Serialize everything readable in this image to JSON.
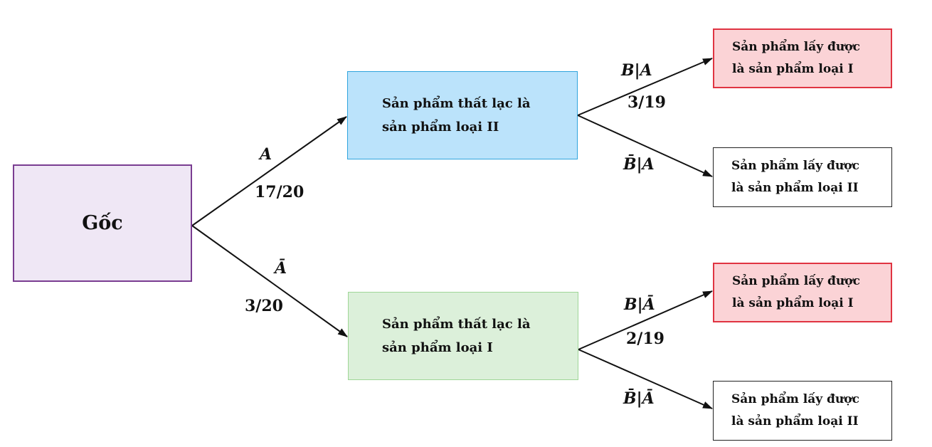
{
  "nodes": {
    "root": "Gốc",
    "a": [
      "Sản phẩm thất lạc là",
      "sản phẩm loại II"
    ],
    "abar": [
      "Sản phẩm thất lạc là",
      "sản phẩm loại I"
    ],
    "leaf_1": [
      "Sản phẩm lấy được",
      "là sản phẩm loại I"
    ],
    "leaf_2": [
      "Sản phẩm lấy được",
      "là sản phẩm loại II"
    ],
    "leaf_3": [
      "Sản phẩm lấy được",
      "là sản phẩm loại I"
    ],
    "leaf_4": [
      "Sản phẩm lấy được",
      "là sản phẩm loại II"
    ]
  },
  "edges": {
    "a": {
      "event": "A",
      "prob": "17/20"
    },
    "abar": {
      "event": "Ā",
      "prob": "3/20"
    },
    "b_given_a": {
      "event": "B|A",
      "prob": "3/19"
    },
    "bbar_given_a": {
      "event": "B̄|A"
    },
    "b_given_abar": {
      "event": "B|Ā",
      "prob": "2/19"
    },
    "bbar_given_abar": {
      "event": "B̄|Ā"
    }
  },
  "colors": {
    "root_fill": "#efe7f5",
    "root_border": "#7a3d91",
    "a_fill": "#bbe3fb",
    "a_border": "#2fa4dd",
    "abar_fill": "#dcf0da",
    "abar_border": "#9fd697",
    "leaf_red_fill": "#fbd3d6",
    "leaf_red_border": "#e03442"
  }
}
